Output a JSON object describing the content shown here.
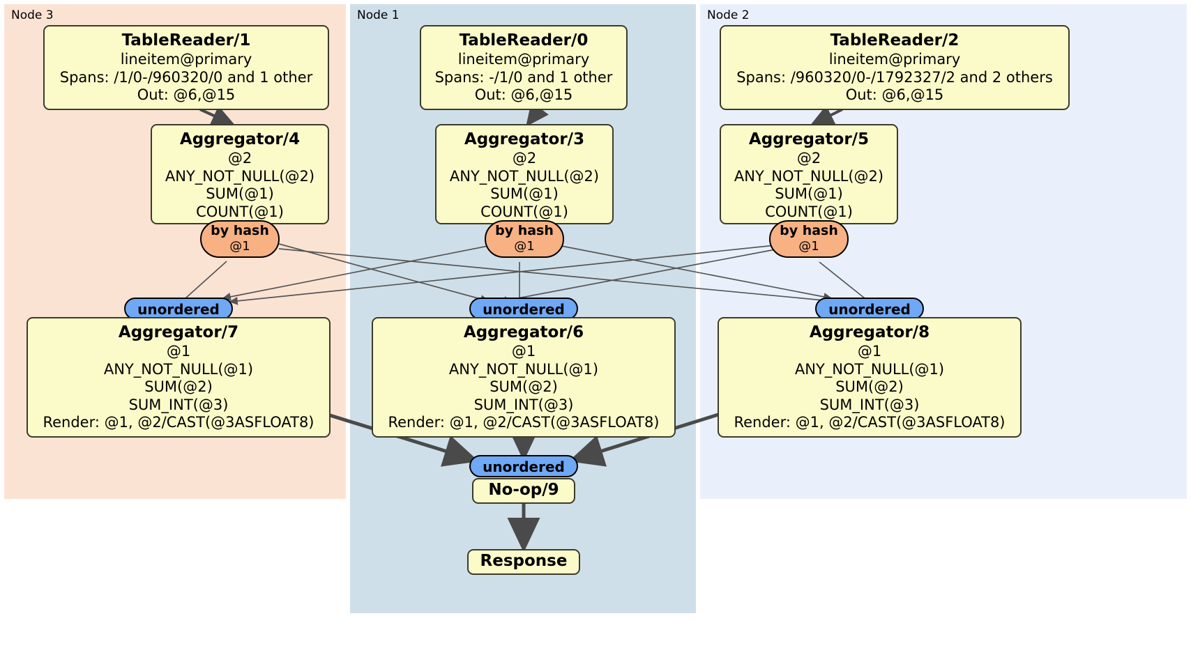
{
  "diagram": {
    "type": "distributed-query-plan",
    "colors": {
      "node3_panel": "#fbe3d4",
      "node1_panel": "#cfdfe9",
      "node2_panel": "#eaf0fb",
      "processor_box": "#fbfbca",
      "box_border": "#3b3b2a",
      "hash_pill": "#f7b183",
      "unordered_pill": "#6fa8f5",
      "edge": "#4a4a4a"
    }
  },
  "panels": [
    {
      "name": "node-3",
      "label": "Node 3"
    },
    {
      "name": "node-1",
      "label": "Node 1"
    },
    {
      "name": "node-2",
      "label": "Node 2"
    }
  ],
  "processors": {
    "table_reader_1": {
      "title": "TableReader/1",
      "lines": [
        "lineitem@primary",
        "Spans: /1/0-/960320/0 and 1 other",
        "Out: @6,@15"
      ]
    },
    "table_reader_0": {
      "title": "TableReader/0",
      "lines": [
        "lineitem@primary",
        "Spans: -/1/0 and 1 other",
        "Out: @6,@15"
      ]
    },
    "table_reader_2": {
      "title": "TableReader/2",
      "lines": [
        "lineitem@primary",
        "Spans: /960320/0-/1792327/2 and 2 others",
        "Out: @6,@15"
      ]
    },
    "aggregator_4": {
      "title": "Aggregator/4",
      "lines": [
        "@2",
        "ANY_NOT_NULL(@2)",
        "SUM(@1)",
        "COUNT(@1)"
      ]
    },
    "aggregator_3": {
      "title": "Aggregator/3",
      "lines": [
        "@2",
        "ANY_NOT_NULL(@2)",
        "SUM(@1)",
        "COUNT(@1)"
      ]
    },
    "aggregator_5": {
      "title": "Aggregator/5",
      "lines": [
        "@2",
        "ANY_NOT_NULL(@2)",
        "SUM(@1)",
        "COUNT(@1)"
      ]
    },
    "aggregator_7": {
      "title": "Aggregator/7",
      "lines": [
        "@1",
        "ANY_NOT_NULL(@1)",
        "SUM(@2)",
        "SUM_INT(@3)",
        "Render: @1, @2/CAST(@3ASFLOAT8)"
      ]
    },
    "aggregator_6": {
      "title": "Aggregator/6",
      "lines": [
        "@1",
        "ANY_NOT_NULL(@1)",
        "SUM(@2)",
        "SUM_INT(@3)",
        "Render: @1, @2/CAST(@3ASFLOAT8)"
      ]
    },
    "aggregator_8": {
      "title": "Aggregator/8",
      "lines": [
        "@1",
        "ANY_NOT_NULL(@1)",
        "SUM(@2)",
        "SUM_INT(@3)",
        "Render: @1, @2/CAST(@3ASFLOAT8)"
      ]
    },
    "noop_9": {
      "title": "No-op/9",
      "lines": []
    },
    "response": {
      "title": "Response",
      "lines": []
    }
  },
  "routers": {
    "hash_left": {
      "kind": "by hash",
      "column": "@1"
    },
    "hash_center": {
      "kind": "by hash",
      "column": "@1"
    },
    "hash_right": {
      "kind": "by hash",
      "column": "@1"
    }
  },
  "synchronizers": {
    "unordered_left": {
      "label": "unordered"
    },
    "unordered_center": {
      "label": "unordered"
    },
    "unordered_right": {
      "label": "unordered"
    },
    "unordered_final": {
      "label": "unordered"
    }
  }
}
